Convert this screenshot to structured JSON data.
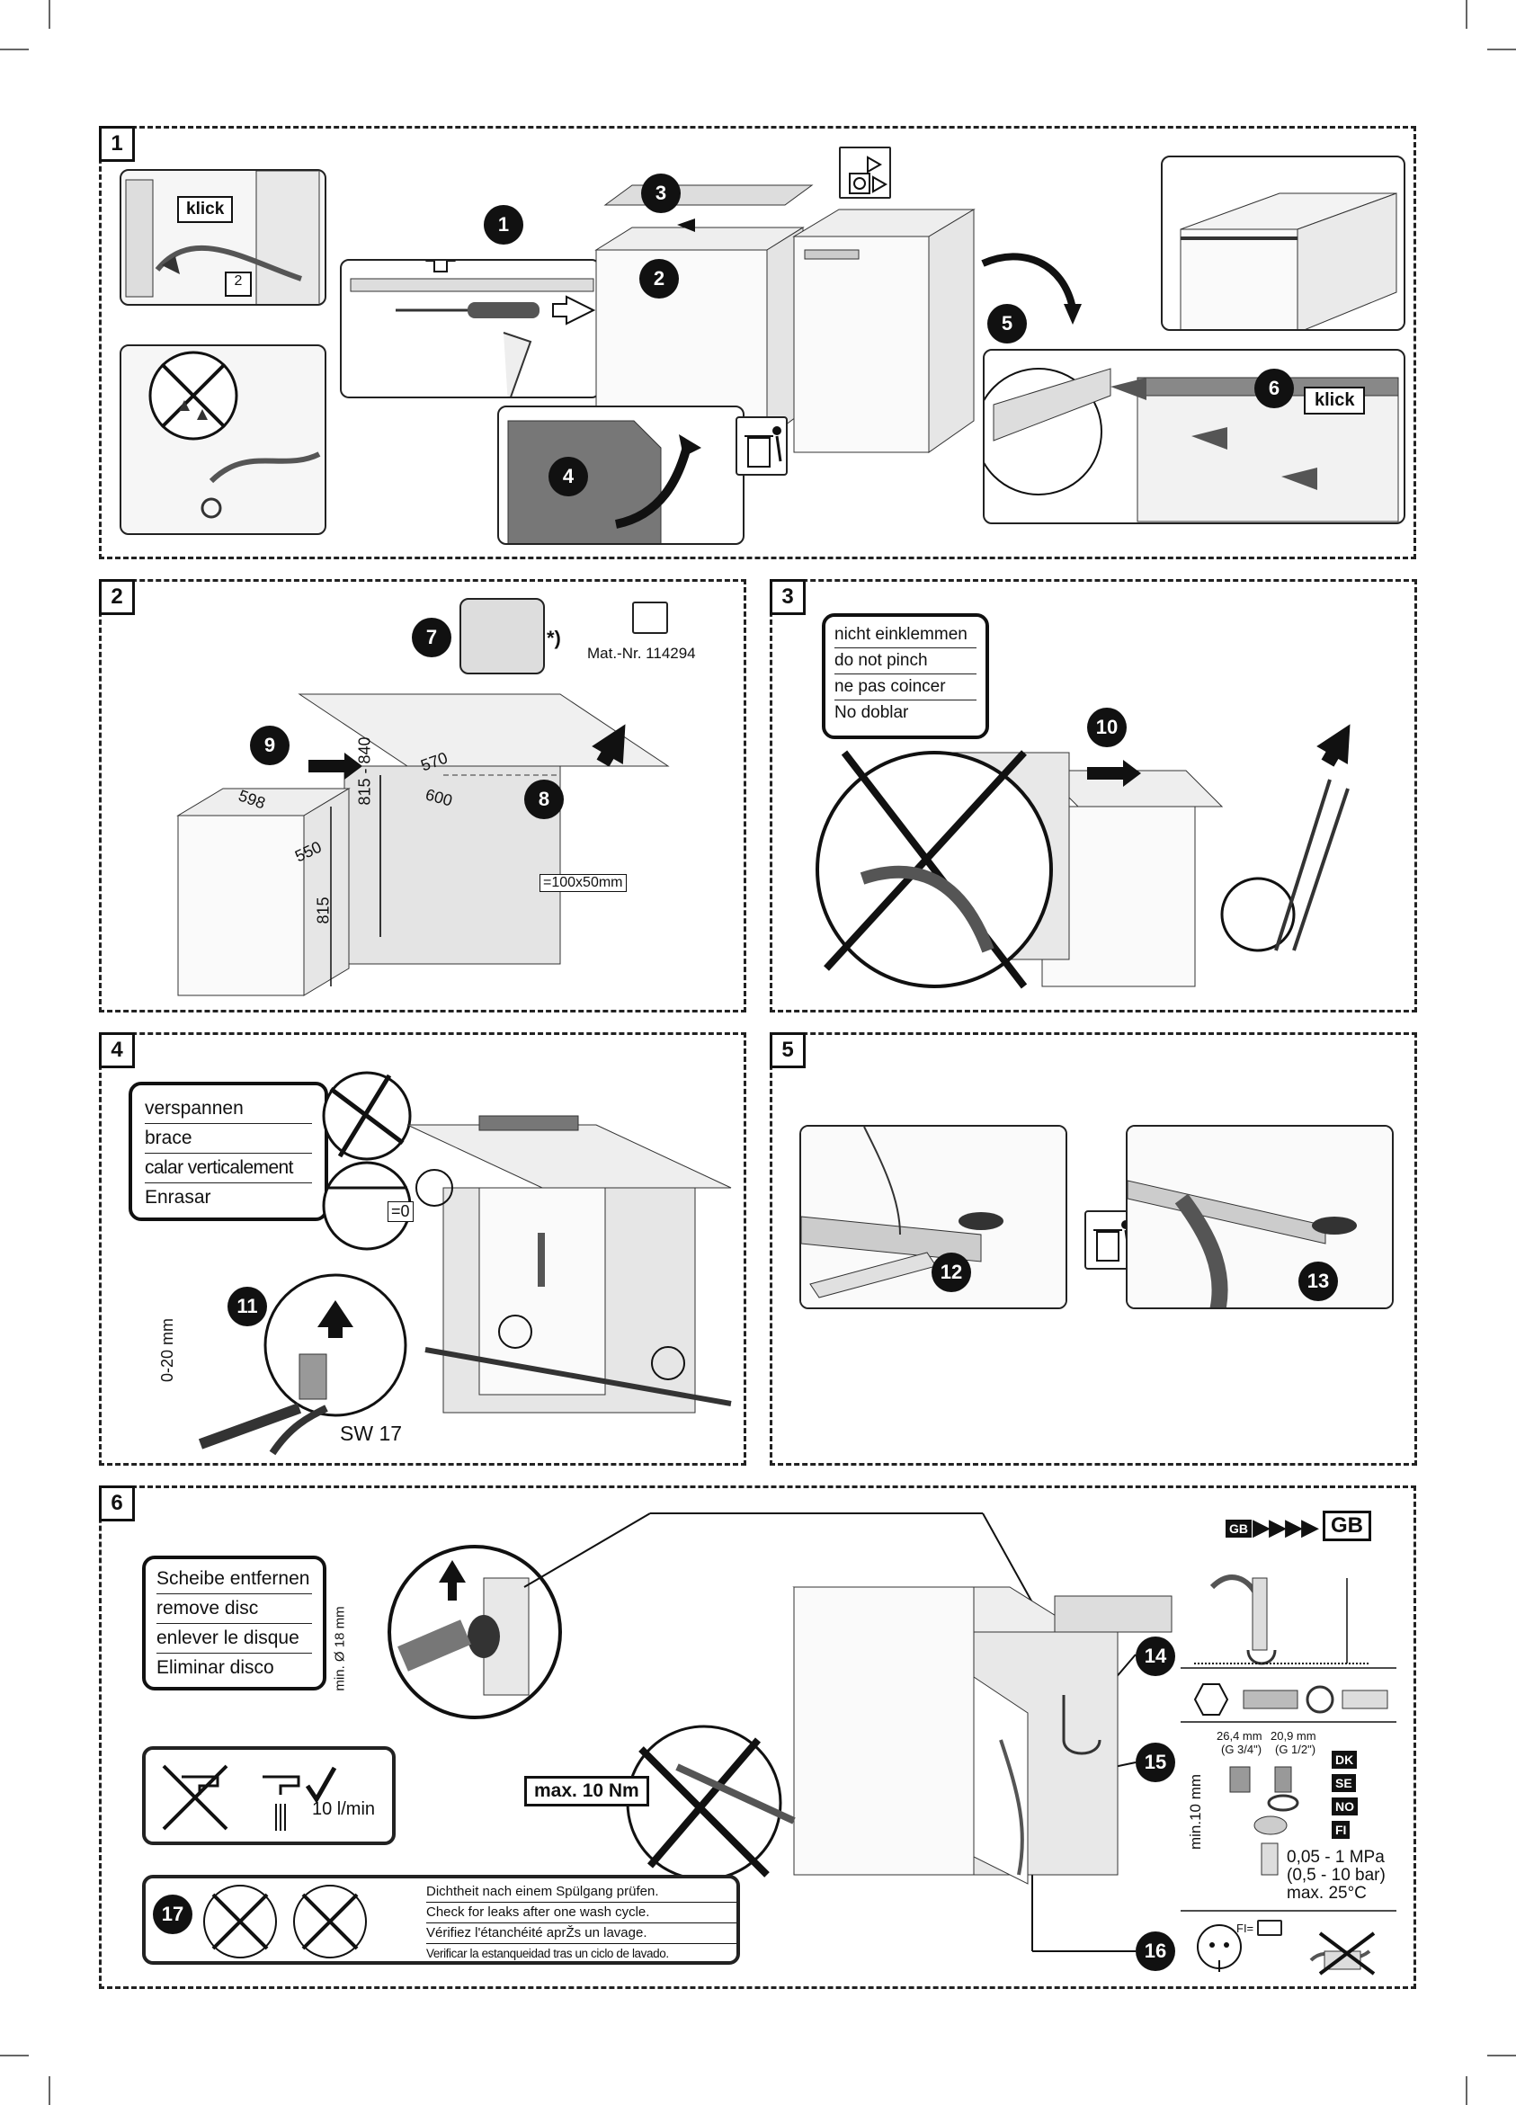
{
  "panels": [
    {
      "number": "1"
    },
    {
      "number": "2"
    },
    {
      "number": "3"
    },
    {
      "number": "4"
    },
    {
      "number": "5"
    },
    {
      "number": "6"
    }
  ],
  "step_badges": [
    "1",
    "2",
    "3",
    "4",
    "5",
    "6",
    "7",
    "8",
    "9",
    "10",
    "11",
    "12",
    "13",
    "14",
    "15",
    "16",
    "17"
  ],
  "panel1": {
    "klick_top": "klick",
    "klick_hex": "2",
    "klick_right": "klick"
  },
  "panel2": {
    "note_star": "*)",
    "mat_nr": "Mat.-Nr. 114294",
    "dim_598": "598",
    "dim_550": "550",
    "dim_815": "815",
    "dim_815_840": "815 - 840",
    "dim_570": "570",
    "dim_600": "600",
    "dim_hole": "=100x50mm"
  },
  "panel3": {
    "lines": [
      "nicht einklemmen",
      "do not pinch",
      "ne pas coincer",
      "No doblar"
    ]
  },
  "panel4": {
    "lines": [
      "verspannen",
      "brace",
      "calar verticalement",
      "Enrasar"
    ],
    "level_zero": "=0",
    "height_range": "0-20 mm",
    "wrench": "SW 17"
  },
  "panel6": {
    "disc_lines": [
      "Scheibe entfernen",
      "remove disc",
      "enlever le disque",
      "Eliminar disco"
    ],
    "min_diam": "min. Ø 18 mm",
    "flow": "10 l/min",
    "torque": "max. 10 Nm",
    "check_lines": [
      "Dichtheit nach einem Spülgang prüfen.",
      "Check for leaks after one wash cycle.",
      "Vérifiez l'étanchéité aprŽs un lavage.",
      "Verificar la estanqueidad tras un ciclo de lavado."
    ],
    "gb_small": "GB",
    "gb_arrows": "▶▶▶▶",
    "gb_big": "GB",
    "thread_a": "26,4 mm",
    "thread_a_sub": "(G 3/4\")",
    "thread_b": "20,9 mm",
    "thread_b_sub": "(G 1/2\")",
    "min_height": "min.10 mm",
    "countries": [
      "DK",
      "SE",
      "NO",
      "FI"
    ],
    "pressure_1": "0,05 - 1 MPa",
    "pressure_2": "(0,5 - 10 bar)",
    "temp": "max. 25°C",
    "fi_label": "FI="
  }
}
